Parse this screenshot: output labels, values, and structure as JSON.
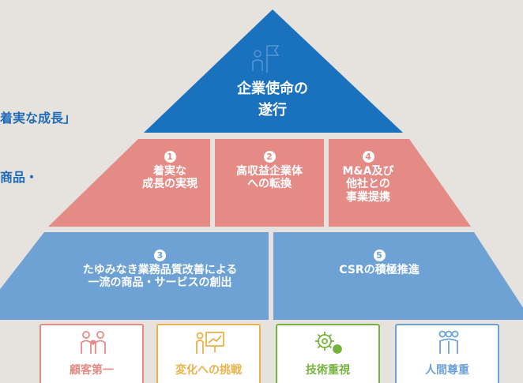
{
  "left_notes": [
    "着実な成長」",
    "商品・"
  ],
  "pyramid": {
    "top": {
      "line1": "企業使命の",
      "line2": "遂行"
    },
    "middle": [
      {
        "num": "1",
        "line1": "着実な",
        "line2": "成長の実現",
        "line3": ""
      },
      {
        "num": "2",
        "line1": "高収益企業体",
        "line2": "への転換",
        "line3": ""
      },
      {
        "num": "4",
        "line1": "M&A及び",
        "line2": "他社との",
        "line3": "事業提携"
      }
    ],
    "bottom": [
      {
        "num": "3",
        "line1": "たゆみなき業務品質改善による",
        "line2": "一流の商品・サービスの創出"
      },
      {
        "num": "5",
        "line1": "CSRの積極推進",
        "line2": ""
      }
    ]
  },
  "cards": [
    {
      "label": "顧客第一",
      "icon": "people-heart-icon",
      "color": "#e58b86"
    },
    {
      "label": "変化への挑戦",
      "icon": "presenter-chart-icon",
      "color": "#e9b24a"
    },
    {
      "label": "技術重視",
      "icon": "gears-icon",
      "color": "#74b33f"
    },
    {
      "label": "人間尊重",
      "icon": "people-group-icon",
      "color": "#6fa2d4"
    }
  ],
  "colors": {
    "top": "#1a72be",
    "middle": "#e58b86",
    "bottom": "#6fa2d4",
    "background": "#e6e2dd"
  }
}
